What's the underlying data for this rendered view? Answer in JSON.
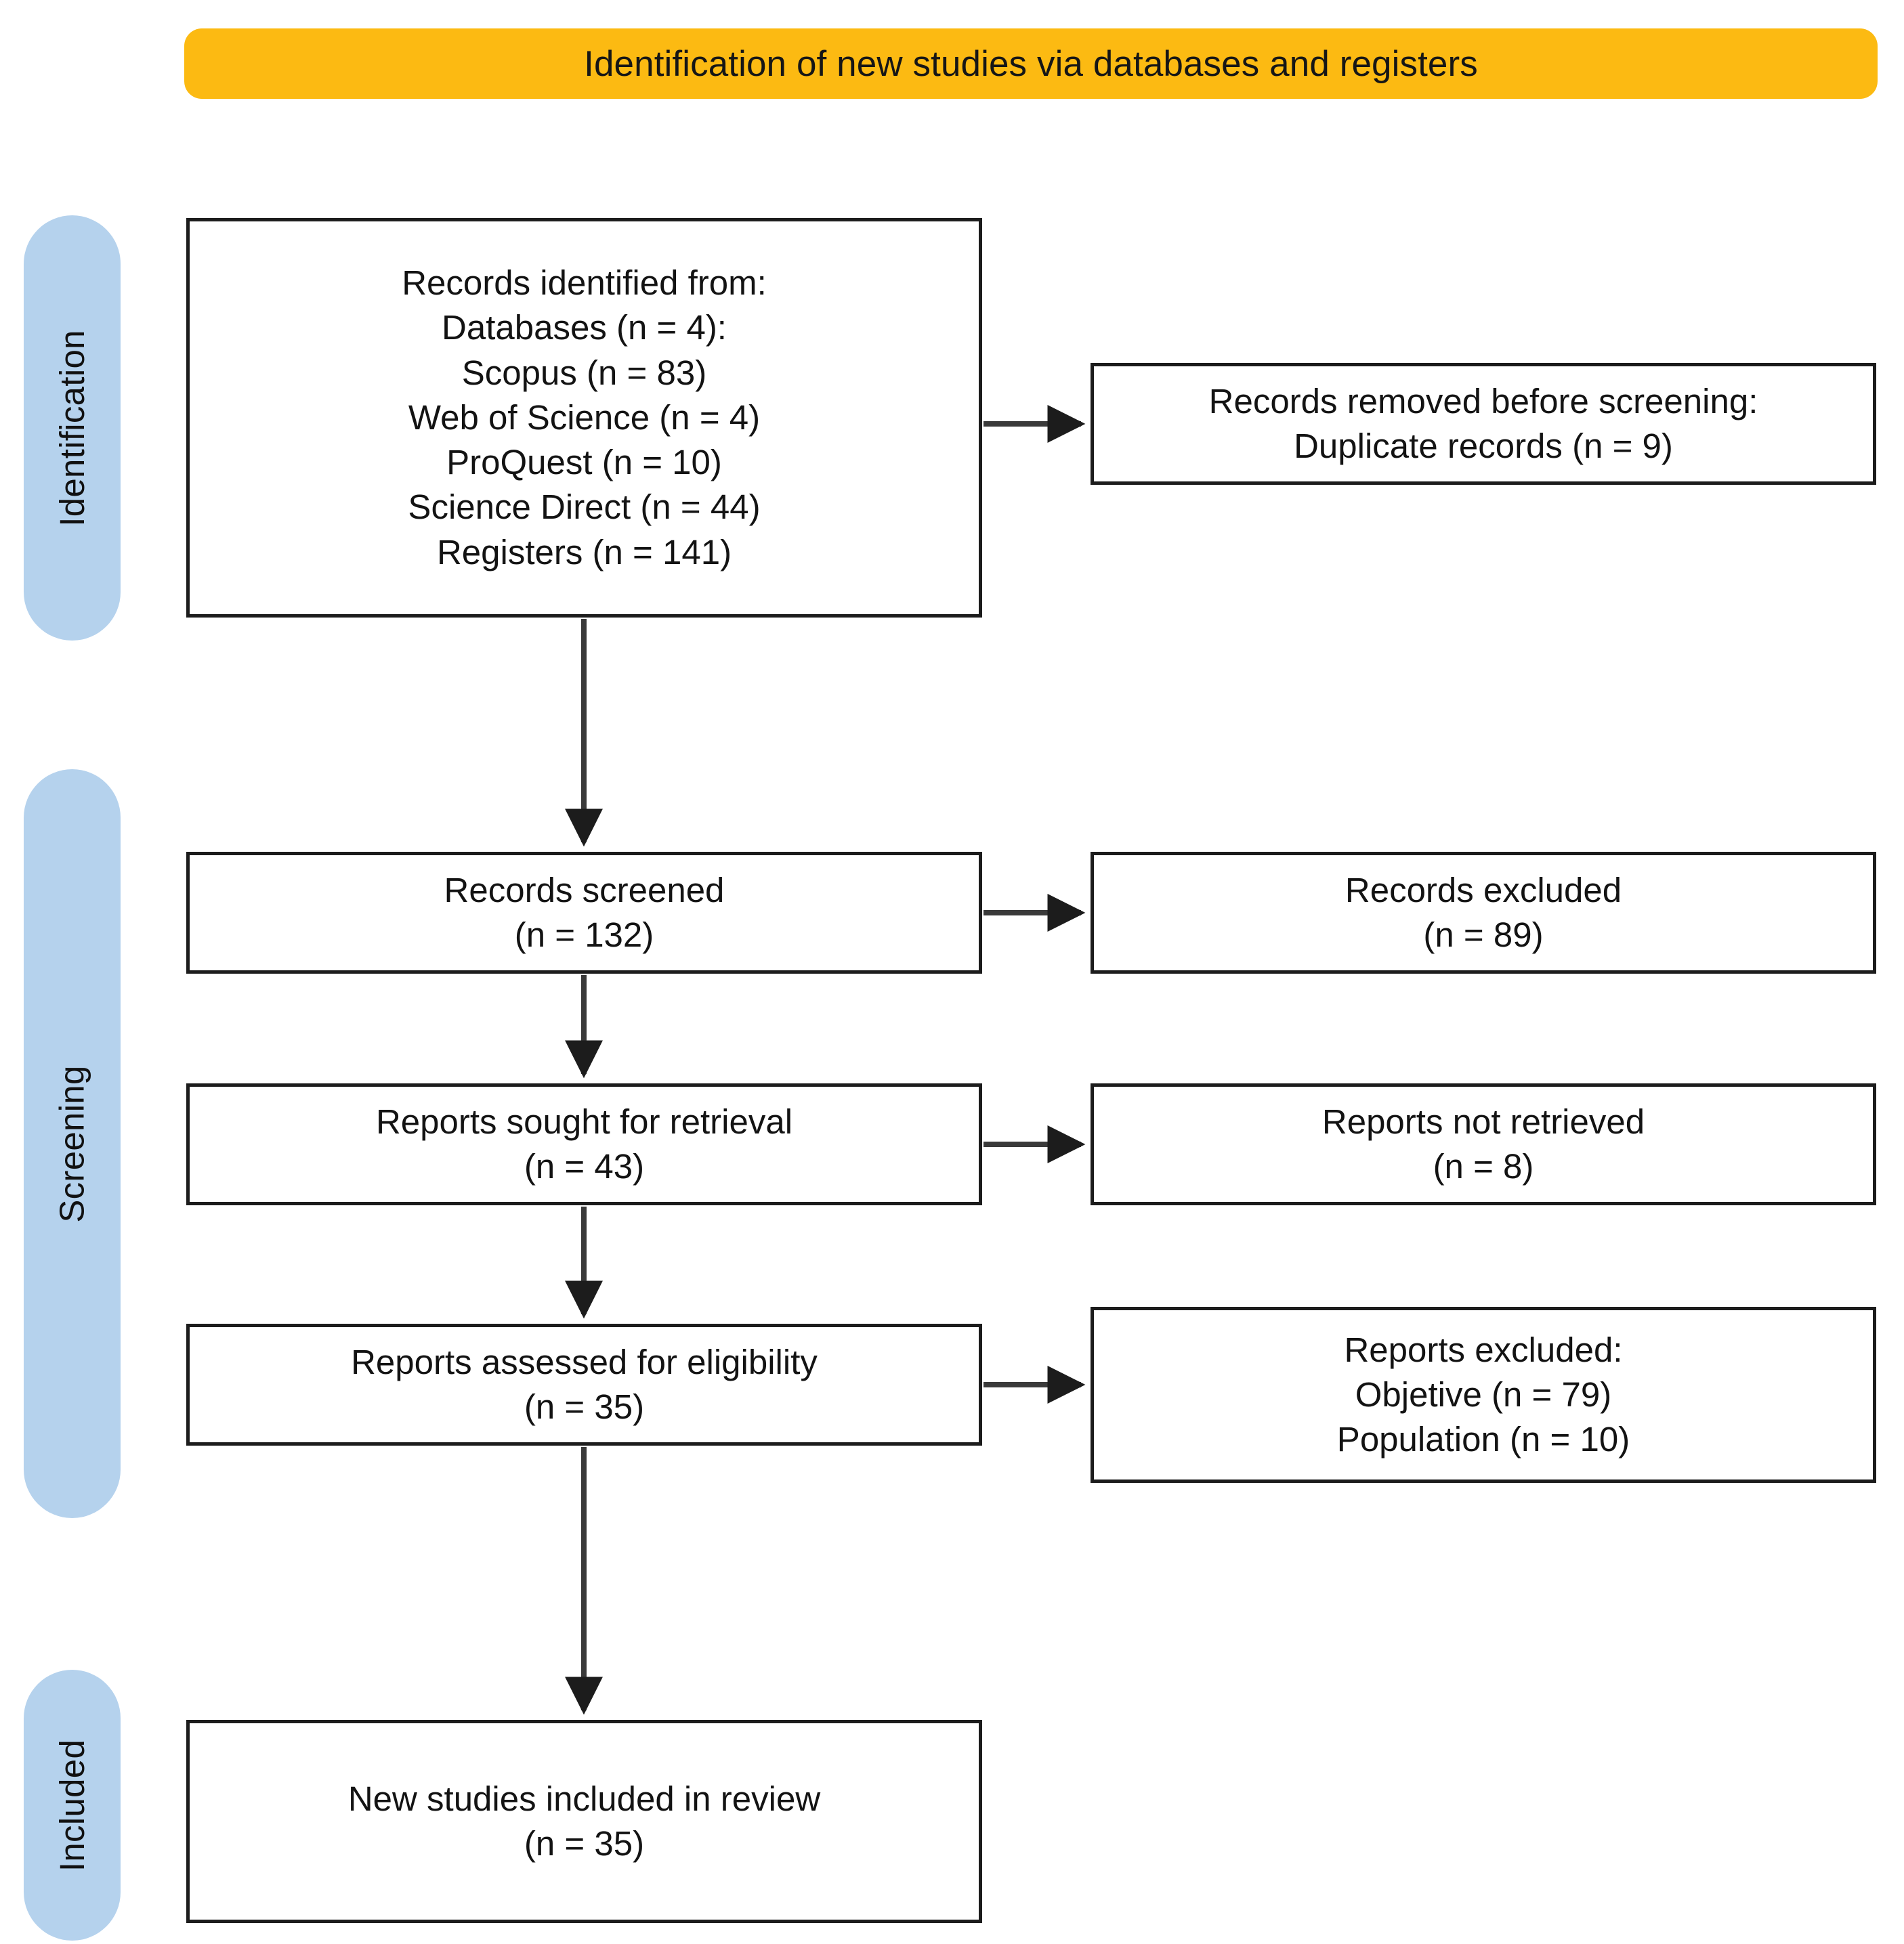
{
  "banner": {
    "title": "Identification of new studies via databases and registers",
    "color": "#FCBA12"
  },
  "stages": {
    "identification": "Identification",
    "screening": "Screening",
    "included": "Included",
    "color": "#B5D2ED"
  },
  "flow": {
    "identified": {
      "lines": [
        "Records identified from:",
        "Databases (n = 4):",
        "Scopus (n =  83)",
        "Web of Science (n =  4)",
        "ProQuest (n =  10)",
        "Science Direct (n =  44)",
        "Registers (n = 141)"
      ]
    },
    "removed": {
      "lines": [
        "Records removed before screening:",
        "Duplicate records (n = 9)"
      ]
    },
    "screened": {
      "lines": [
        "Records screened",
        "(n = 132)"
      ]
    },
    "records_excluded": {
      "lines": [
        "Records excluded",
        "(n = 89)"
      ]
    },
    "sought": {
      "lines": [
        "Reports sought for retrieval",
        "(n = 43)"
      ]
    },
    "not_retrieved": {
      "lines": [
        "Reports not retrieved",
        "(n = 8)"
      ]
    },
    "assessed": {
      "lines": [
        "Reports assessed for eligibility",
        "(n = 35)"
      ]
    },
    "reports_excluded": {
      "lines": [
        "Reports excluded:",
        "Objetive (n =  79)",
        "Population (n =  10)"
      ]
    },
    "included": {
      "lines": [
        "New studies included in review",
        "(n = 35)"
      ]
    }
  },
  "chart_data": {
    "type": "diagram",
    "title": "Identification of new studies via databases and registers",
    "diagram_kind": "PRISMA flow diagram",
    "stages": [
      "Identification",
      "Screening",
      "Included"
    ],
    "nodes": [
      {
        "id": "identified",
        "stage": "Identification",
        "label": "Records identified from: Databases (n = 4): Scopus (n = 83) Web of Science (n = 4) ProQuest (n = 10) Science Direct (n = 44) Registers (n = 141)",
        "counts": {
          "databases": 4,
          "scopus": 83,
          "web_of_science": 4,
          "proquest": 10,
          "science_direct": 44,
          "registers": 141
        }
      },
      {
        "id": "removed",
        "stage": "Identification",
        "label": "Records removed before screening: Duplicate records (n = 9)",
        "counts": {
          "duplicate_records": 9
        }
      },
      {
        "id": "screened",
        "stage": "Screening",
        "label": "Records screened",
        "n": 132
      },
      {
        "id": "records_excluded",
        "stage": "Screening",
        "label": "Records excluded",
        "n": 89
      },
      {
        "id": "sought",
        "stage": "Screening",
        "label": "Reports sought for retrieval",
        "n": 43
      },
      {
        "id": "not_retrieved",
        "stage": "Screening",
        "label": "Reports not retrieved",
        "n": 8
      },
      {
        "id": "assessed",
        "stage": "Screening",
        "label": "Reports assessed for eligibility",
        "n": 35
      },
      {
        "id": "reports_excluded",
        "stage": "Screening",
        "label": "Reports excluded: Objetive (n = 79) Population (n = 10)",
        "counts": {
          "objetive": 79,
          "population": 10
        }
      },
      {
        "id": "included",
        "stage": "Included",
        "label": "New studies included in review",
        "n": 35
      }
    ],
    "edges": [
      {
        "from": "identified",
        "to": "removed",
        "direction": "right"
      },
      {
        "from": "identified",
        "to": "screened",
        "direction": "down"
      },
      {
        "from": "screened",
        "to": "records_excluded",
        "direction": "right"
      },
      {
        "from": "screened",
        "to": "sought",
        "direction": "down"
      },
      {
        "from": "sought",
        "to": "not_retrieved",
        "direction": "right"
      },
      {
        "from": "sought",
        "to": "assessed",
        "direction": "down"
      },
      {
        "from": "assessed",
        "to": "reports_excluded",
        "direction": "right"
      },
      {
        "from": "assessed",
        "to": "included",
        "direction": "down"
      }
    ]
  }
}
